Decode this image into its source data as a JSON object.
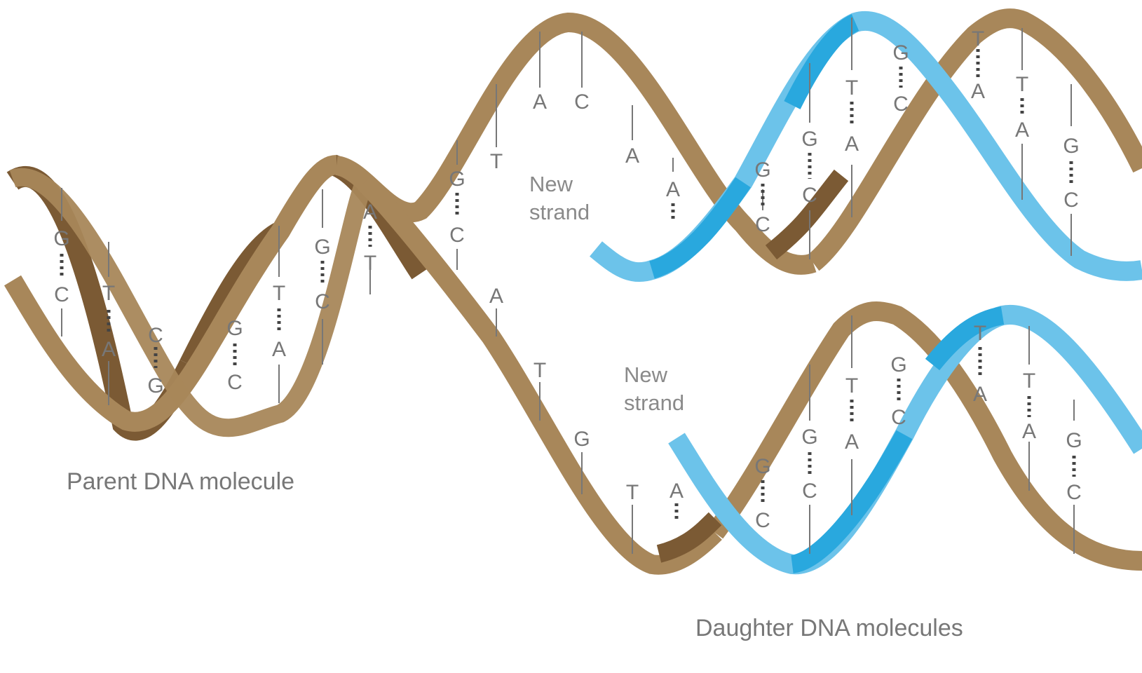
{
  "title": "",
  "colors": {
    "parent_strand": "#a8875a",
    "parent_strand_dark": "#7b5a34",
    "new_strand": "#29a8de",
    "new_strand_light": "#6cc3ea",
    "rung": "#777777",
    "text": "#777777"
  },
  "labels": {
    "parent": "Parent DNA molecule",
    "daughter": "Daughter DNA molecules",
    "new_strand_top": [
      "New",
      "strand"
    ],
    "new_strand_bottom": [
      "New",
      "strand"
    ]
  },
  "base_pairs": {
    "parent": [
      [
        "G",
        "C"
      ],
      [
        "T",
        "A"
      ],
      [
        "C",
        "G"
      ],
      [
        "G",
        "C"
      ],
      [
        "T",
        "A"
      ],
      [
        "G",
        "C"
      ],
      [
        "A",
        "T"
      ]
    ],
    "unpaired_upper": [
      "G",
      "T",
      "A",
      "C",
      "A",
      "A"
    ],
    "unpaired_lower": [
      "C",
      "A",
      "T",
      "G",
      "T",
      "A"
    ],
    "daughter_top": [
      [
        "G",
        "C"
      ],
      [
        "G",
        "C"
      ],
      [
        "T",
        "A"
      ],
      [
        "G",
        "C"
      ],
      [
        "T",
        "A"
      ],
      [
        "T",
        "A"
      ],
      [
        "G",
        "C"
      ]
    ],
    "daughter_bottom": [
      [
        "G",
        "C"
      ],
      [
        "G",
        "C"
      ],
      [
        "T",
        "A"
      ],
      [
        "G",
        "C"
      ],
      [
        "T",
        "A"
      ],
      [
        "T",
        "A"
      ],
      [
        "G",
        "C"
      ]
    ]
  }
}
